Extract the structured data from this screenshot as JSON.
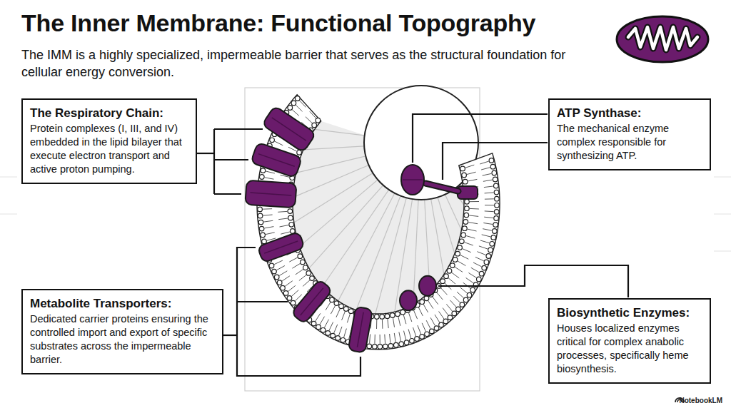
{
  "diagram": {
    "title": "The Inner Membrane: Functional Topography",
    "nodes": [
      {
        "text": [
          "The Respiratory Chain:",
          "Protein complexes (I, III, and IV) embedded in the lipid bilayer that execute electron transport and active proton pumping."
        ]
      },
      {
        "text": [
          "ATP Synthase:",
          "The mechanical enzyme complex responsible for synthesizing ATP."
        ]
      },
      {
        "text": [
          "Metabolite Transporters:",
          "Dedicated carrier proteins ensuring the controlled import and export of specific substrates across the impermeable barrier."
        ]
      },
      {
        "text": [
          "Biosynthetic Enzymes:",
          "Houses localized enzymes critical for complex anabolic processes, specifically heme biosynthesis."
        ]
      }
    ],
    "labels": [
      "The IMM is a highly specialized, impermeable barrier that serves as the structural foundation for cellular energy conversion.",
      "NotebookLM"
    ]
  }
}
